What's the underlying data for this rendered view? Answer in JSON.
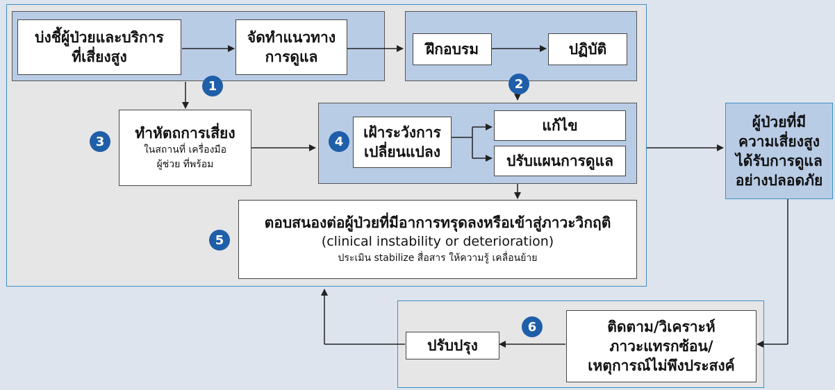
{
  "colors": {
    "outer_panel": "#e6e6e6",
    "inner_panel": "#b9cce6",
    "panel_border": "#3b8ec8",
    "badge": "#1f5ea8",
    "result_box": "#b9cce6",
    "background": "#dde4ed"
  },
  "boxes": {
    "identify": "บ่งชี้ผู้ป่วยและบริการ\nที่เสี่ยงสูง",
    "guideline": "จัดทำแนวทาง\nการดูแล",
    "train": "ฝึกอบรม",
    "practice": "ปฏิบัติ",
    "reduce_title": "ทำหัตถการเสี่ยง",
    "reduce_sub": "ในสถานที่ เครื่องมือ\nผู้ช่วย ที่พร้อม",
    "monitor": "เฝ้าระวังการ\nเปลี่ยนแปลง",
    "correct": "แก้ไข",
    "adjust": "ปรับแผนการดูแล",
    "respond_title": "ตอบสนองต่อผู้ป่วยที่มีอาการทรุดลงหรือเข้าสู่ภาวะวิกฤติ",
    "respond_en": "(clinical instability or deterioration)",
    "respond_sub": "ประเมิน stabilize สื่อสาร ให้ความรู้ เคลื่อนย้าย",
    "result": "ผู้ป่วยที่มี\nความเสี่ยงสูง\nได้รับการดูแล\nอย่างปลอดภัย",
    "analyze": "ติดตาม/วิเคราะห์\nภาวะแทรกซ้อน/\nเหตุการณ์ไม่พึงประสงค์",
    "improve": "ปรับปรุง"
  },
  "badges": [
    "1",
    "2",
    "3",
    "4",
    "5",
    "6"
  ]
}
